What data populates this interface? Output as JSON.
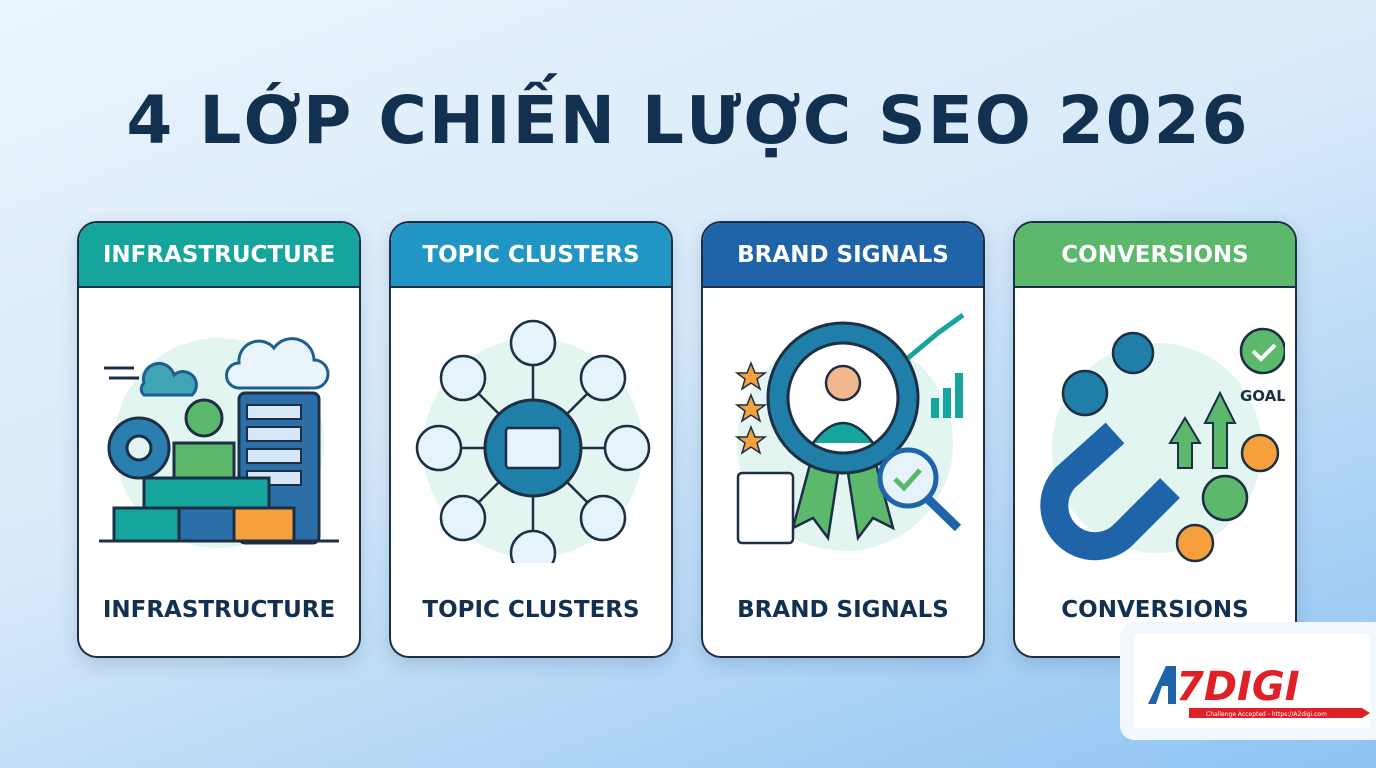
{
  "title": "4 LỚP CHIẾN LƯỢC SEO 2026",
  "cards": [
    {
      "header": "INFRASTRUCTURE",
      "footer": "INFRASTRUCTURE",
      "color": "#16a59c",
      "icon": "server-cloud-gear-icon"
    },
    {
      "header": "TOPIC CLUSTERS",
      "footer": "TOPIC CLUSTERS",
      "color": "#2196c4",
      "icon": "topic-cluster-network-icon"
    },
    {
      "header": "BRAND SIGNALS",
      "footer": "BRAND SIGNALS",
      "color": "#1f63a8",
      "icon": "brand-badge-icon"
    },
    {
      "header": "CONVERSIONS",
      "footer": "CONVERSIONS",
      "color": "#5cb86a",
      "icon": "magnet-conversion-icon"
    }
  ],
  "conversions_goal": "GOAL",
  "logo": {
    "text": "A7DIGI",
    "tagline": "Challenge Accepted - https://A2digi.com"
  }
}
